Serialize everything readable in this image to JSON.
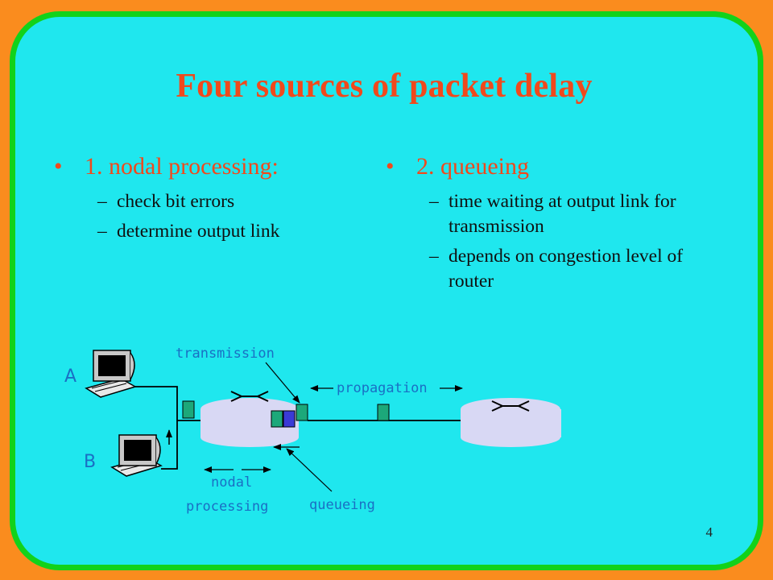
{
  "title": "Four sources of packet delay",
  "left": {
    "bullet_marker": "•",
    "heading": "1. nodal processing:",
    "items": [
      {
        "dash": "–",
        "text": "check bit errors"
      },
      {
        "dash": "–",
        "text": "determine output link"
      }
    ]
  },
  "right": {
    "bullet_marker": "•",
    "heading": "2. queueing",
    "items": [
      {
        "dash": "–",
        "text": "time waiting at output link for transmission"
      },
      {
        "dash": "–",
        "text": "depends on congestion level of router"
      }
    ]
  },
  "diagram": {
    "host_a": "A",
    "host_b": "B",
    "label_transmission": "transmission",
    "label_propagation": "propagation",
    "label_nodal": "nodal",
    "label_processing": "processing",
    "label_queueing": "queueing"
  },
  "page_number": "4",
  "colors": {
    "background": "#fa8c1e",
    "slide": "#1fe7ee",
    "border": "#12d21a",
    "accent_text": "#f0491c",
    "diagram_label": "#1a6fc4",
    "router": "#d8d8f4",
    "packet": "#1ca87a"
  }
}
